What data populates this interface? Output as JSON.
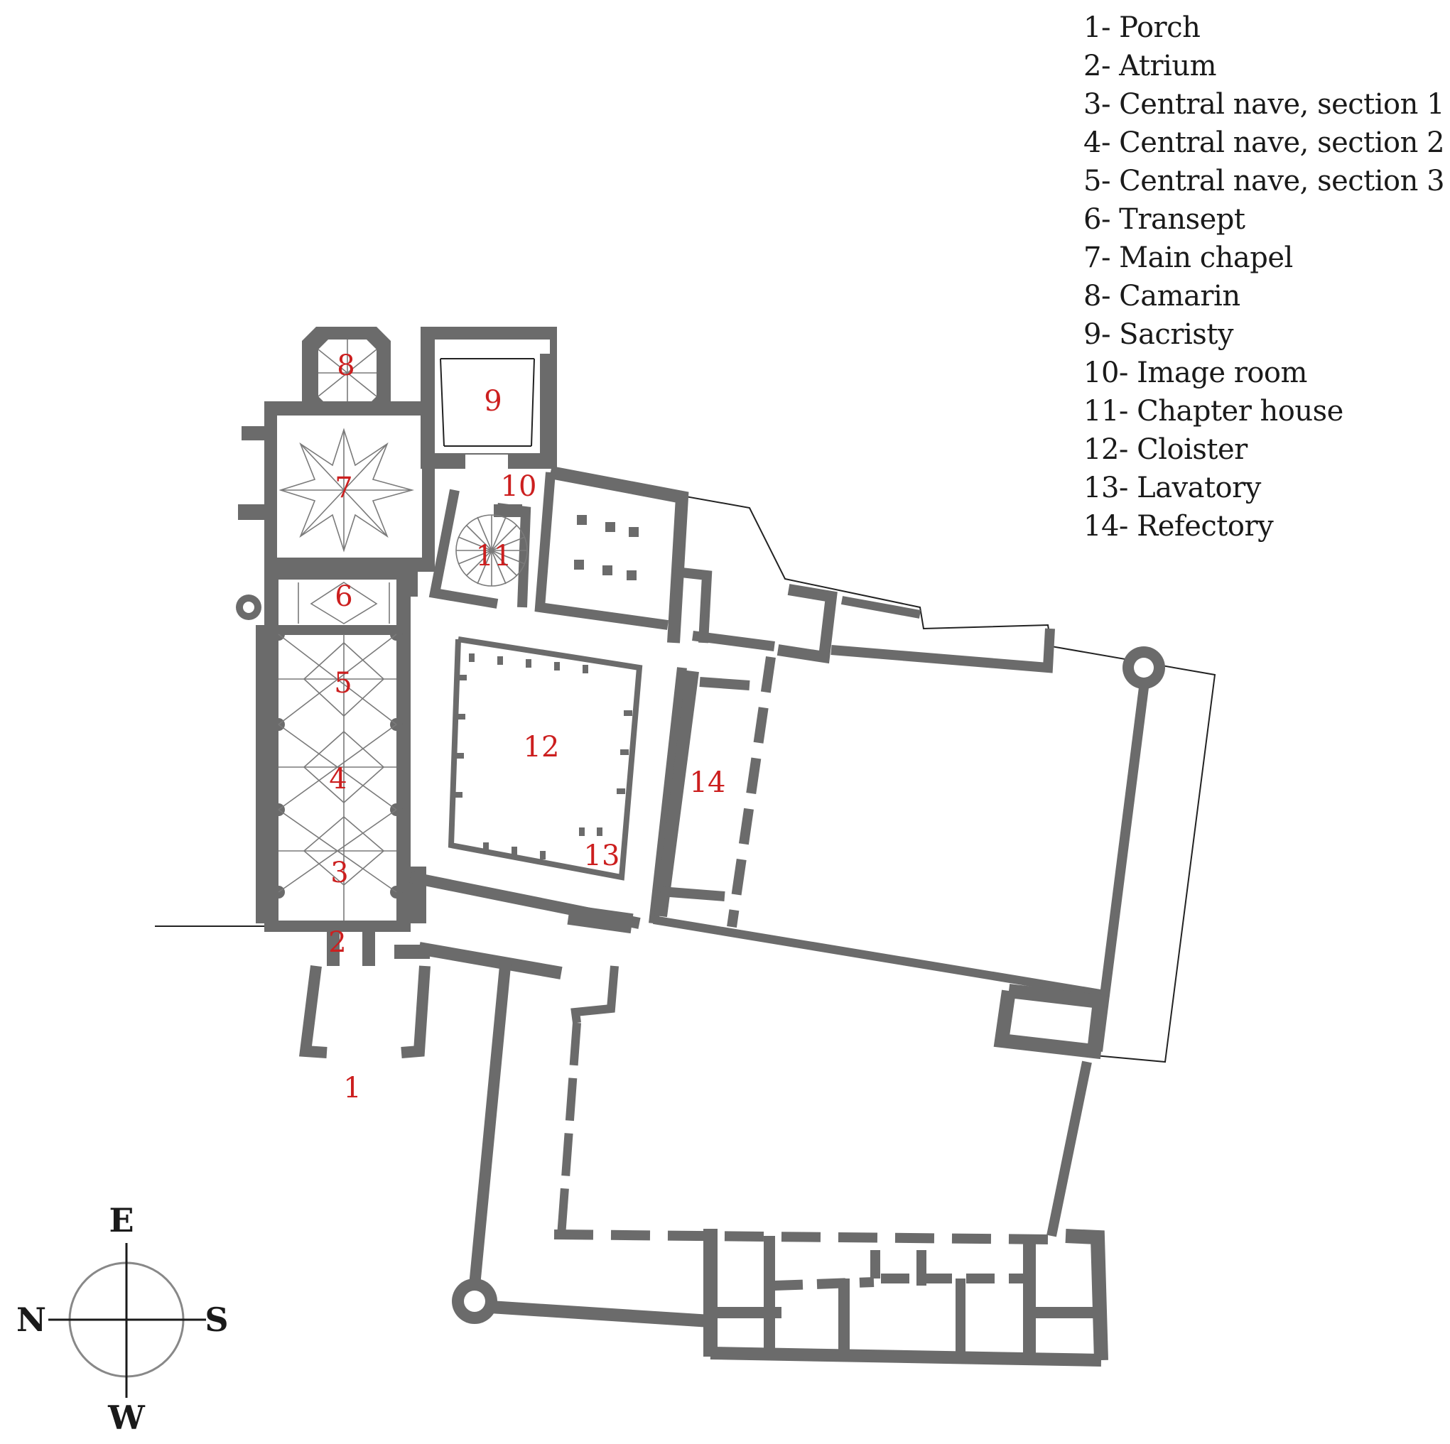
{
  "legend": [
    "1- Porch",
    "2- Atrium",
    "3- Central nave, section 1",
    "4- Central nave, section 2",
    "5- Central nave, section 3",
    "6- Transept",
    "7- Main chapel",
    "8- Camarin",
    "9- Sacristy",
    "10- Image room",
    "11- Chapter house",
    "12- Cloister",
    "13- Lavatory",
    "14- Refectory"
  ],
  "rooms": {
    "r1": "1",
    "r2": "2",
    "r3": "3",
    "r4": "4",
    "r5": "5",
    "r6": "6",
    "r7": "7",
    "r8": "8",
    "r9": "9",
    "r10": "10",
    "r11": "11",
    "r12": "12",
    "r13": "13",
    "r14": "14"
  },
  "compass": {
    "east": "E",
    "west": "W",
    "north": "N",
    "south": "S"
  },
  "colors": {
    "walls": "#6b6b6b",
    "room_labels": "#cc1f1f",
    "text": "#1a1a1a"
  }
}
